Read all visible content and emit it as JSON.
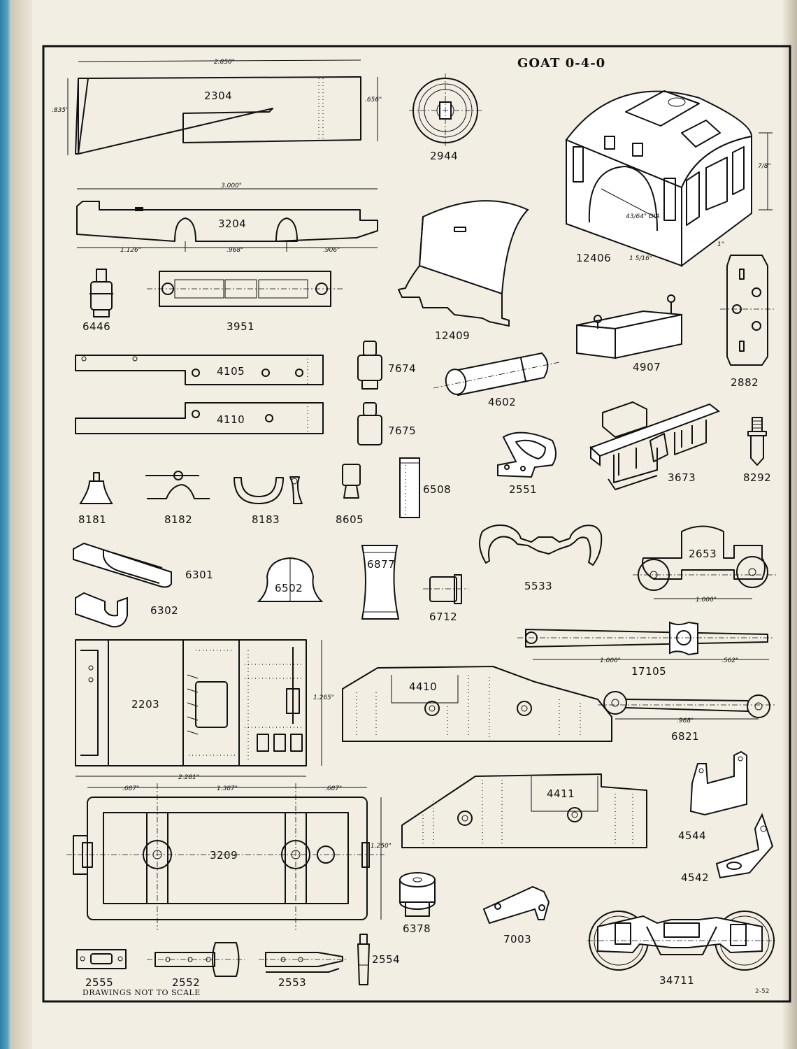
{
  "title": "GOAT 0-4-0",
  "footer_note": "DRAWINGS NOT TO SCALE",
  "page_number": "2-52",
  "parts": {
    "p2304": "2304",
    "p2944": "2944",
    "p12406": "12406",
    "p3204": "3204",
    "p12409": "12409",
    "p6446": "6446",
    "p3951": "3951",
    "p2882": "2882",
    "p4907": "4907",
    "p4105": "4105",
    "p4110": "4110",
    "p7674": "7674",
    "p7675": "7675",
    "p4602": "4602",
    "p2551": "2551",
    "p3673": "3673",
    "p8292": "8292",
    "p8181": "8181",
    "p8182": "8182",
    "p8183": "8183",
    "p8605": "8605",
    "p6508": "6508",
    "p5533": "5533",
    "p2653": "2653",
    "p6301": "6301",
    "p6302": "6302",
    "p6502": "6502",
    "p6877": "6877",
    "p6712": "6712",
    "p17105": "17105",
    "p2203": "2203",
    "p4410": "4410",
    "p6821": "6821",
    "p3209": "3209",
    "p4411": "4411",
    "p4544": "4544",
    "p4542": "4542",
    "p6378": "6378",
    "p7003": "7003",
    "p34711": "34711",
    "p2555": "2555",
    "p2552": "2552",
    "p2553": "2553",
    "p2554": "2554"
  },
  "dimensions": {
    "d2304_len": "2.850\"",
    "d2304_h": ".835\"",
    "d2304_r": ".656\"",
    "d3204_len": "3.000\"",
    "d3204_a": "1.126\"",
    "d3204_b": ".968\"",
    "d3204_c": ".906\"",
    "d12406_h": "7/8\"",
    "d12406_dia": "43/64\" DIA",
    "d12406_w": "1 5/16\"",
    "d12406_d": "1\"",
    "d2653": "1.000\"",
    "d17105_a": "1.000\"",
    "d17105_b": ".562\"",
    "d6821": ".968\"",
    "d2203_h": "1.265\"",
    "d2203_w": "2.281\"",
    "d3209_a": ".687\"",
    "d3209_b": "1.387\"",
    "d3209_c": ".687\"",
    "d3209_h": "1.250\""
  },
  "colors": {
    "ink": "#111111",
    "paper": "#f3eee3",
    "page_edge": "#2b7fa6"
  }
}
